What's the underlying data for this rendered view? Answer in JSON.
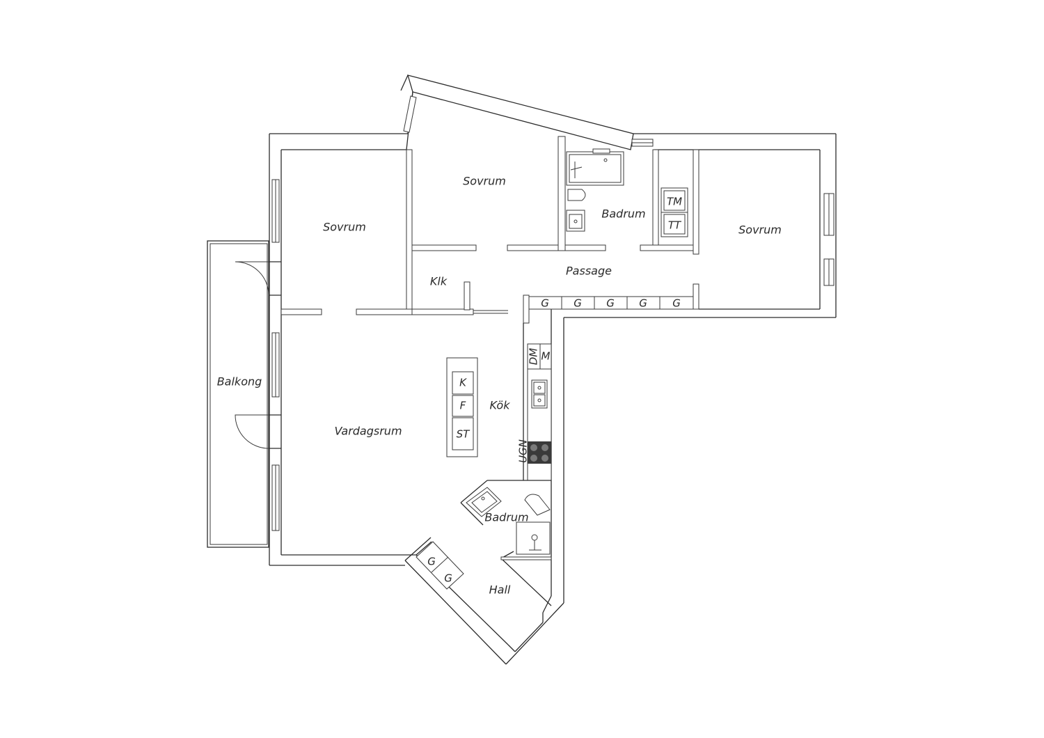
{
  "rooms": {
    "bedroom_west": "Sovrum",
    "bedroom_north": "Sovrum",
    "bedroom_east": "Sovrum",
    "bathroom_north": "Badrum",
    "bathroom_south": "Badrum",
    "walk_in_closet": "Klk",
    "passage": "Passage",
    "balcony": "Balkong",
    "living_room": "Vardagsrum",
    "kitchen": "Kök",
    "hall": "Hall"
  },
  "fixtures": {
    "passage_wardrobes": [
      "G",
      "G",
      "G",
      "G",
      "G"
    ],
    "hall_wardrobes": [
      "G",
      "G"
    ],
    "laundry": [
      "TM",
      "TT"
    ],
    "kitchen_island": [
      "K",
      "F",
      "ST"
    ],
    "dishwasher": "DM",
    "microwave": "M",
    "oven": "UGN"
  }
}
